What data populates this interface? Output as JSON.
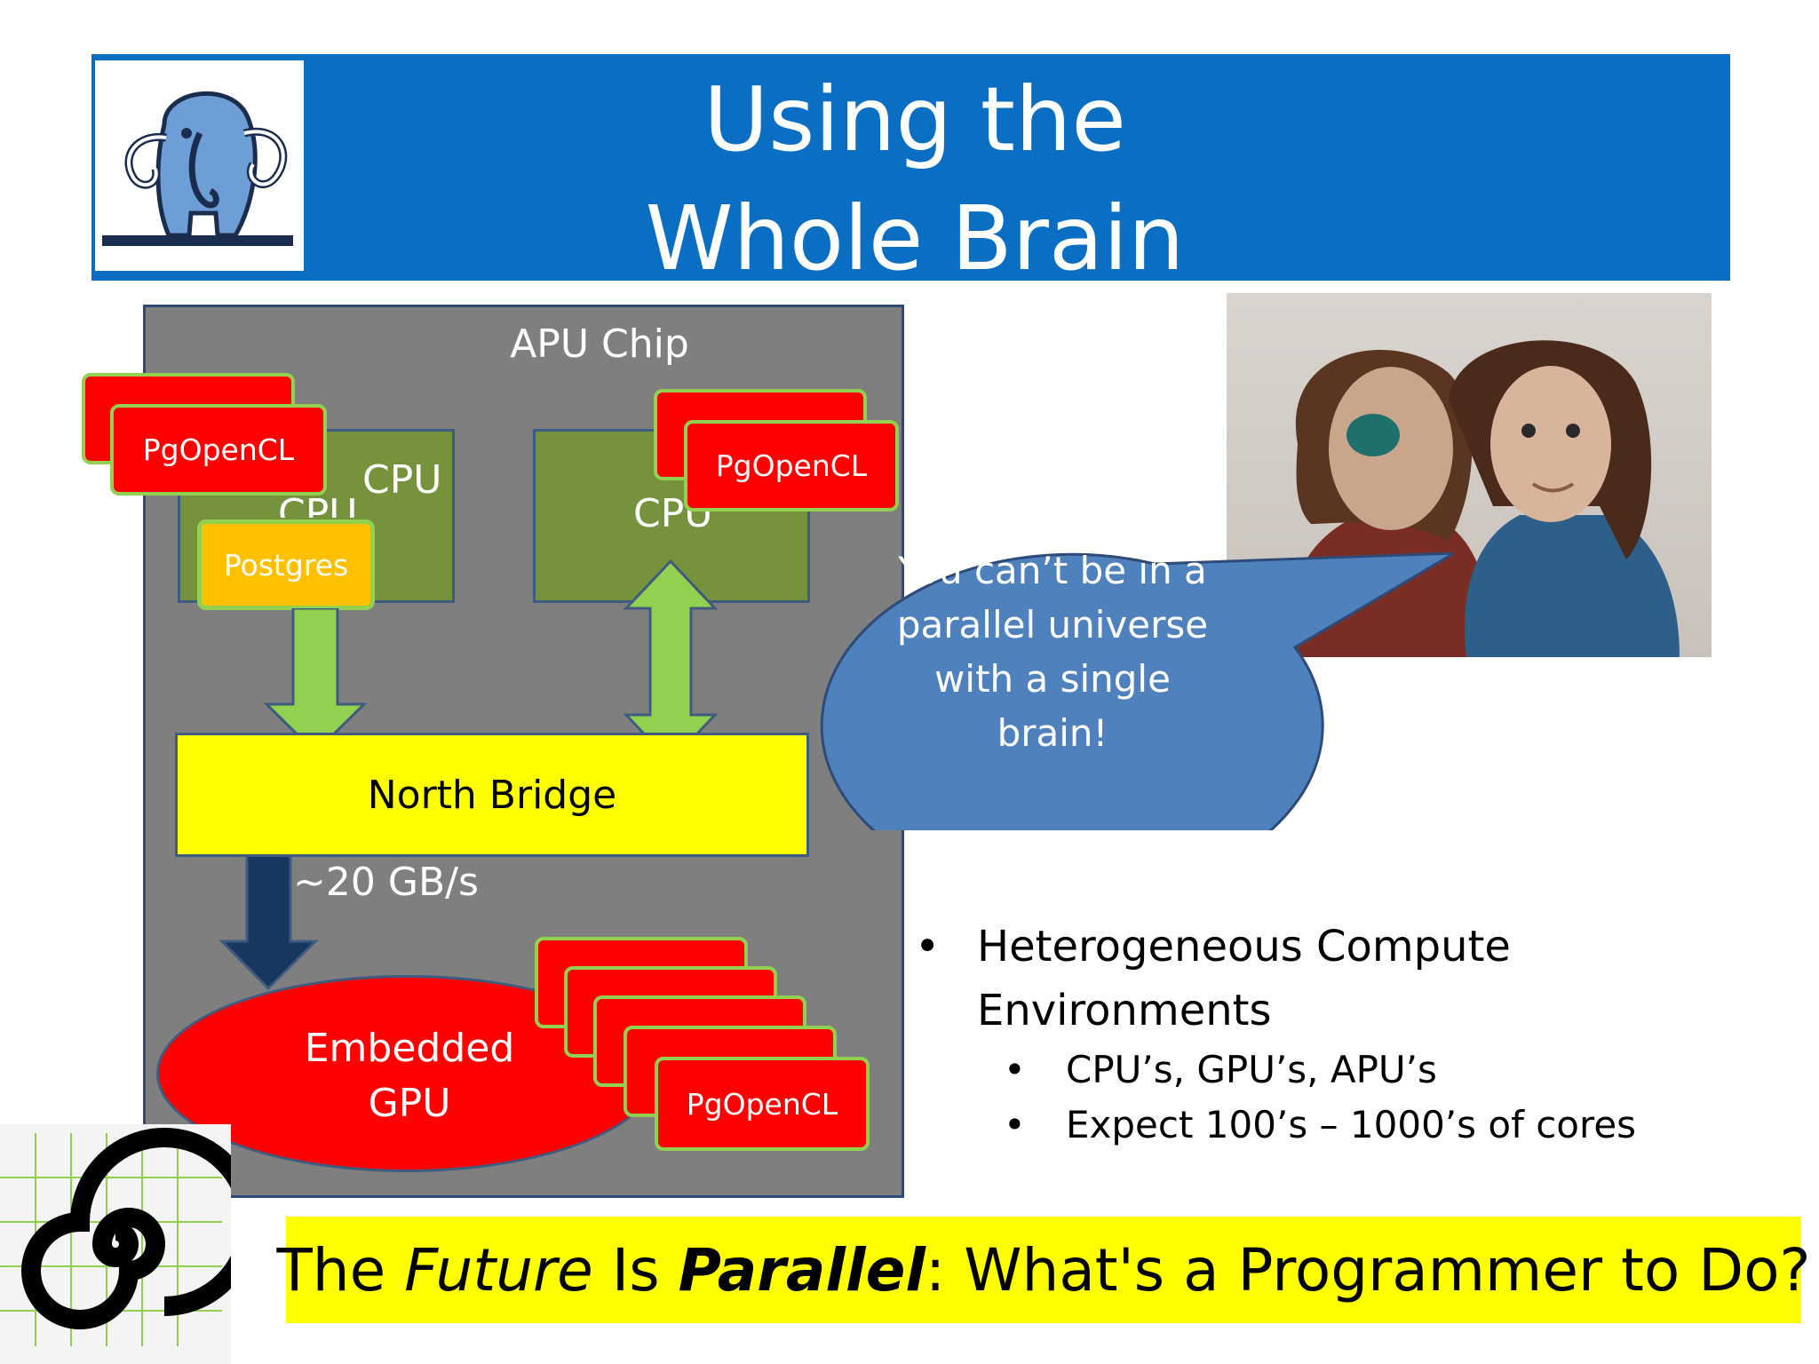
{
  "slide": {
    "title_line1": "Using the",
    "title_line2": "Whole Brain"
  },
  "diagram": {
    "chip_label": "APU Chip",
    "cpu_label": "CPU",
    "pgopencl_label": "PgOpenCL",
    "postgres_label": "Postgres",
    "north_bridge_label": "North Bridge",
    "bandwidth_label": "~20 GB/s",
    "gpu_line1": "Embedded",
    "gpu_line2": "GPU",
    "colors": {
      "chip": "#7f7f7f",
      "cpu": "#76923c",
      "card": "#ff0000",
      "card_border": "#92d050",
      "postgres": "#ffc000",
      "north_bridge": "#ffff00",
      "arrow_green": "#92d050",
      "arrow_dark": "#17375e"
    }
  },
  "bubble": {
    "line1": "You can’t be in a",
    "line2": "parallel universe",
    "line3": "with a single",
    "line4": "brain!",
    "color": "#4f81bd"
  },
  "bullets": {
    "main": "Heterogeneous  Compute Environments",
    "sub1": "CPU’s,  GPU’s,  APU’s",
    "sub2": "Expect 100’s – 1000’s of cores",
    "bullet_char": "•"
  },
  "footer": {
    "part1": "The ",
    "part2": "Future",
    "part3": " Is ",
    "part4": "Parallel",
    "part5": ": What's a Programmer to Do?"
  },
  "icons": {
    "logo": "postgres-elephant-icon",
    "spiral": "spiral-logo-icon",
    "photo": "two-characters-photo"
  }
}
